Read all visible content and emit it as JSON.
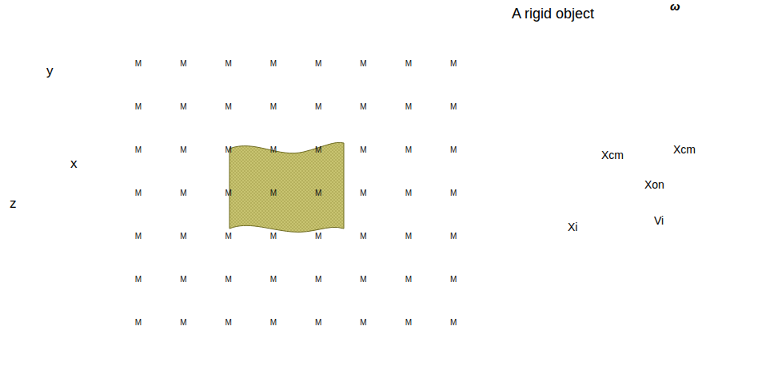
{
  "diagram": {
    "nodes": [
      {
        "text": [
          "M"
        ]
      },
      {
        "text": [
          "M"
        ]
      },
      {
        "text": [
          "M"
        ]
      },
      {
        "text": [
          "M"
        ]
      },
      {
        "text": [
          "M"
        ]
      },
      {
        "text": [
          "M"
        ]
      },
      {
        "text": [
          "M"
        ]
      },
      {
        "text": [
          "M"
        ]
      },
      {
        "text": [
          "M"
        ]
      },
      {
        "text": [
          "M"
        ]
      },
      {
        "text": [
          "M"
        ]
      },
      {
        "text": [
          "M"
        ]
      },
      {
        "text": [
          "M"
        ]
      },
      {
        "text": [
          "M"
        ]
      },
      {
        "text": [
          "M"
        ]
      },
      {
        "text": [
          "M"
        ]
      },
      {
        "text": [
          "M"
        ]
      },
      {
        "text": [
          "M"
        ]
      },
      {
        "text": [
          "M"
        ]
      },
      {
        "text": [
          "M"
        ]
      },
      {
        "text": [
          "M"
        ]
      },
      {
        "text": [
          "M"
        ]
      },
      {
        "text": [
          "M"
        ]
      },
      {
        "text": [
          "M"
        ]
      },
      {
        "text": [
          "M"
        ]
      },
      {
        "text": [
          "M"
        ]
      },
      {
        "text": [
          "M"
        ]
      },
      {
        "text": [
          "M"
        ]
      },
      {
        "text": [
          "M"
        ]
      },
      {
        "text": [
          "M"
        ]
      },
      {
        "text": [
          "M"
        ]
      },
      {
        "text": [
          "M"
        ]
      },
      {
        "text": [
          "M"
        ]
      },
      {
        "text": [
          "M"
        ]
      },
      {
        "text": [
          "M"
        ]
      },
      {
        "text": [
          "M"
        ]
      },
      {
        "text": [
          "M"
        ]
      },
      {
        "text": [
          "M"
        ]
      },
      {
        "text": [
          "M"
        ]
      },
      {
        "text": [
          "M"
        ]
      },
      {
        "text": [
          "M"
        ]
      },
      {
        "text": [
          "M"
        ]
      },
      {
        "text": [
          "M"
        ]
      },
      {
        "text": [
          "M"
        ]
      },
      {
        "text": [
          "M"
        ]
      },
      {
        "text": [
          "M"
        ]
      },
      {
        "text": [
          "M"
        ]
      },
      {
        "text": [
          "M"
        ]
      },
      {
        "text": [
          "M"
        ]
      },
      {
        "text": [
          "M"
        ]
      },
      {
        "text": [
          "M"
        ]
      },
      {
        "text": [
          "M"
        ]
      },
      {
        "text": [
          "M"
        ]
      },
      {
        "text": [
          "M"
        ]
      },
      {
        "text": [
          "M"
        ]
      },
      {
        "text": [
          "M"
        ]
      }
    ],
    "labels": [
      "y",
      "x",
      "z",
      "A rigid object",
      "ω",
      "Xcm",
      "Xcm",
      "Xi",
      "Vi",
      "Xon"
    ]
  }
}
